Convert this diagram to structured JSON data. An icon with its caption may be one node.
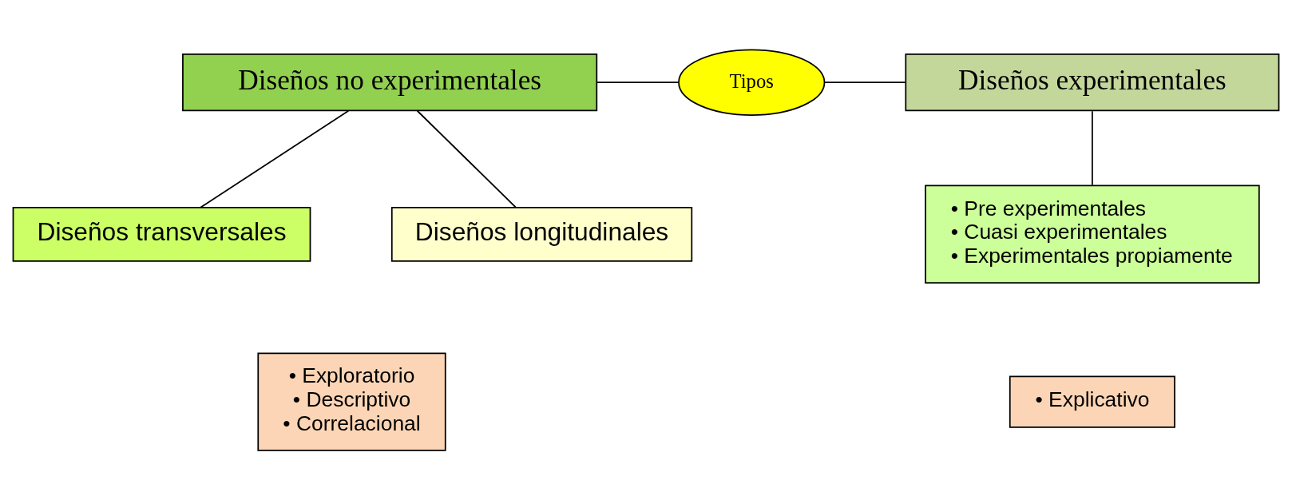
{
  "diagram": {
    "nodes": [
      {
        "text": [
          "Diseños no experimentales"
        ]
      },
      {
        "text": [
          "Tipos"
        ]
      },
      {
        "text": [
          "Diseños experimentales"
        ]
      },
      {
        "text": [
          "Diseños transversales"
        ]
      },
      {
        "text": [
          "Diseños longitudinales"
        ]
      },
      {
        "text": [
          "• Pre experimentales",
          "• Cuasi experimentales",
          "• Experimentales propiamente"
        ]
      },
      {
        "text": [
          "• Exploratorio",
          "• Descriptivo",
          "• Correlacional"
        ]
      },
      {
        "text": [
          "• Explicativo"
        ]
      }
    ],
    "edges": [
      {
        "from": 1,
        "to": 0,
        "arrow": "none"
      },
      {
        "from": 1,
        "to": 2,
        "arrow": "none"
      },
      {
        "from": 0,
        "to": 3,
        "arrow": "none"
      },
      {
        "from": 0,
        "to": 4,
        "arrow": "none"
      },
      {
        "from": 2,
        "to": 5,
        "arrow": "none"
      }
    ]
  }
}
